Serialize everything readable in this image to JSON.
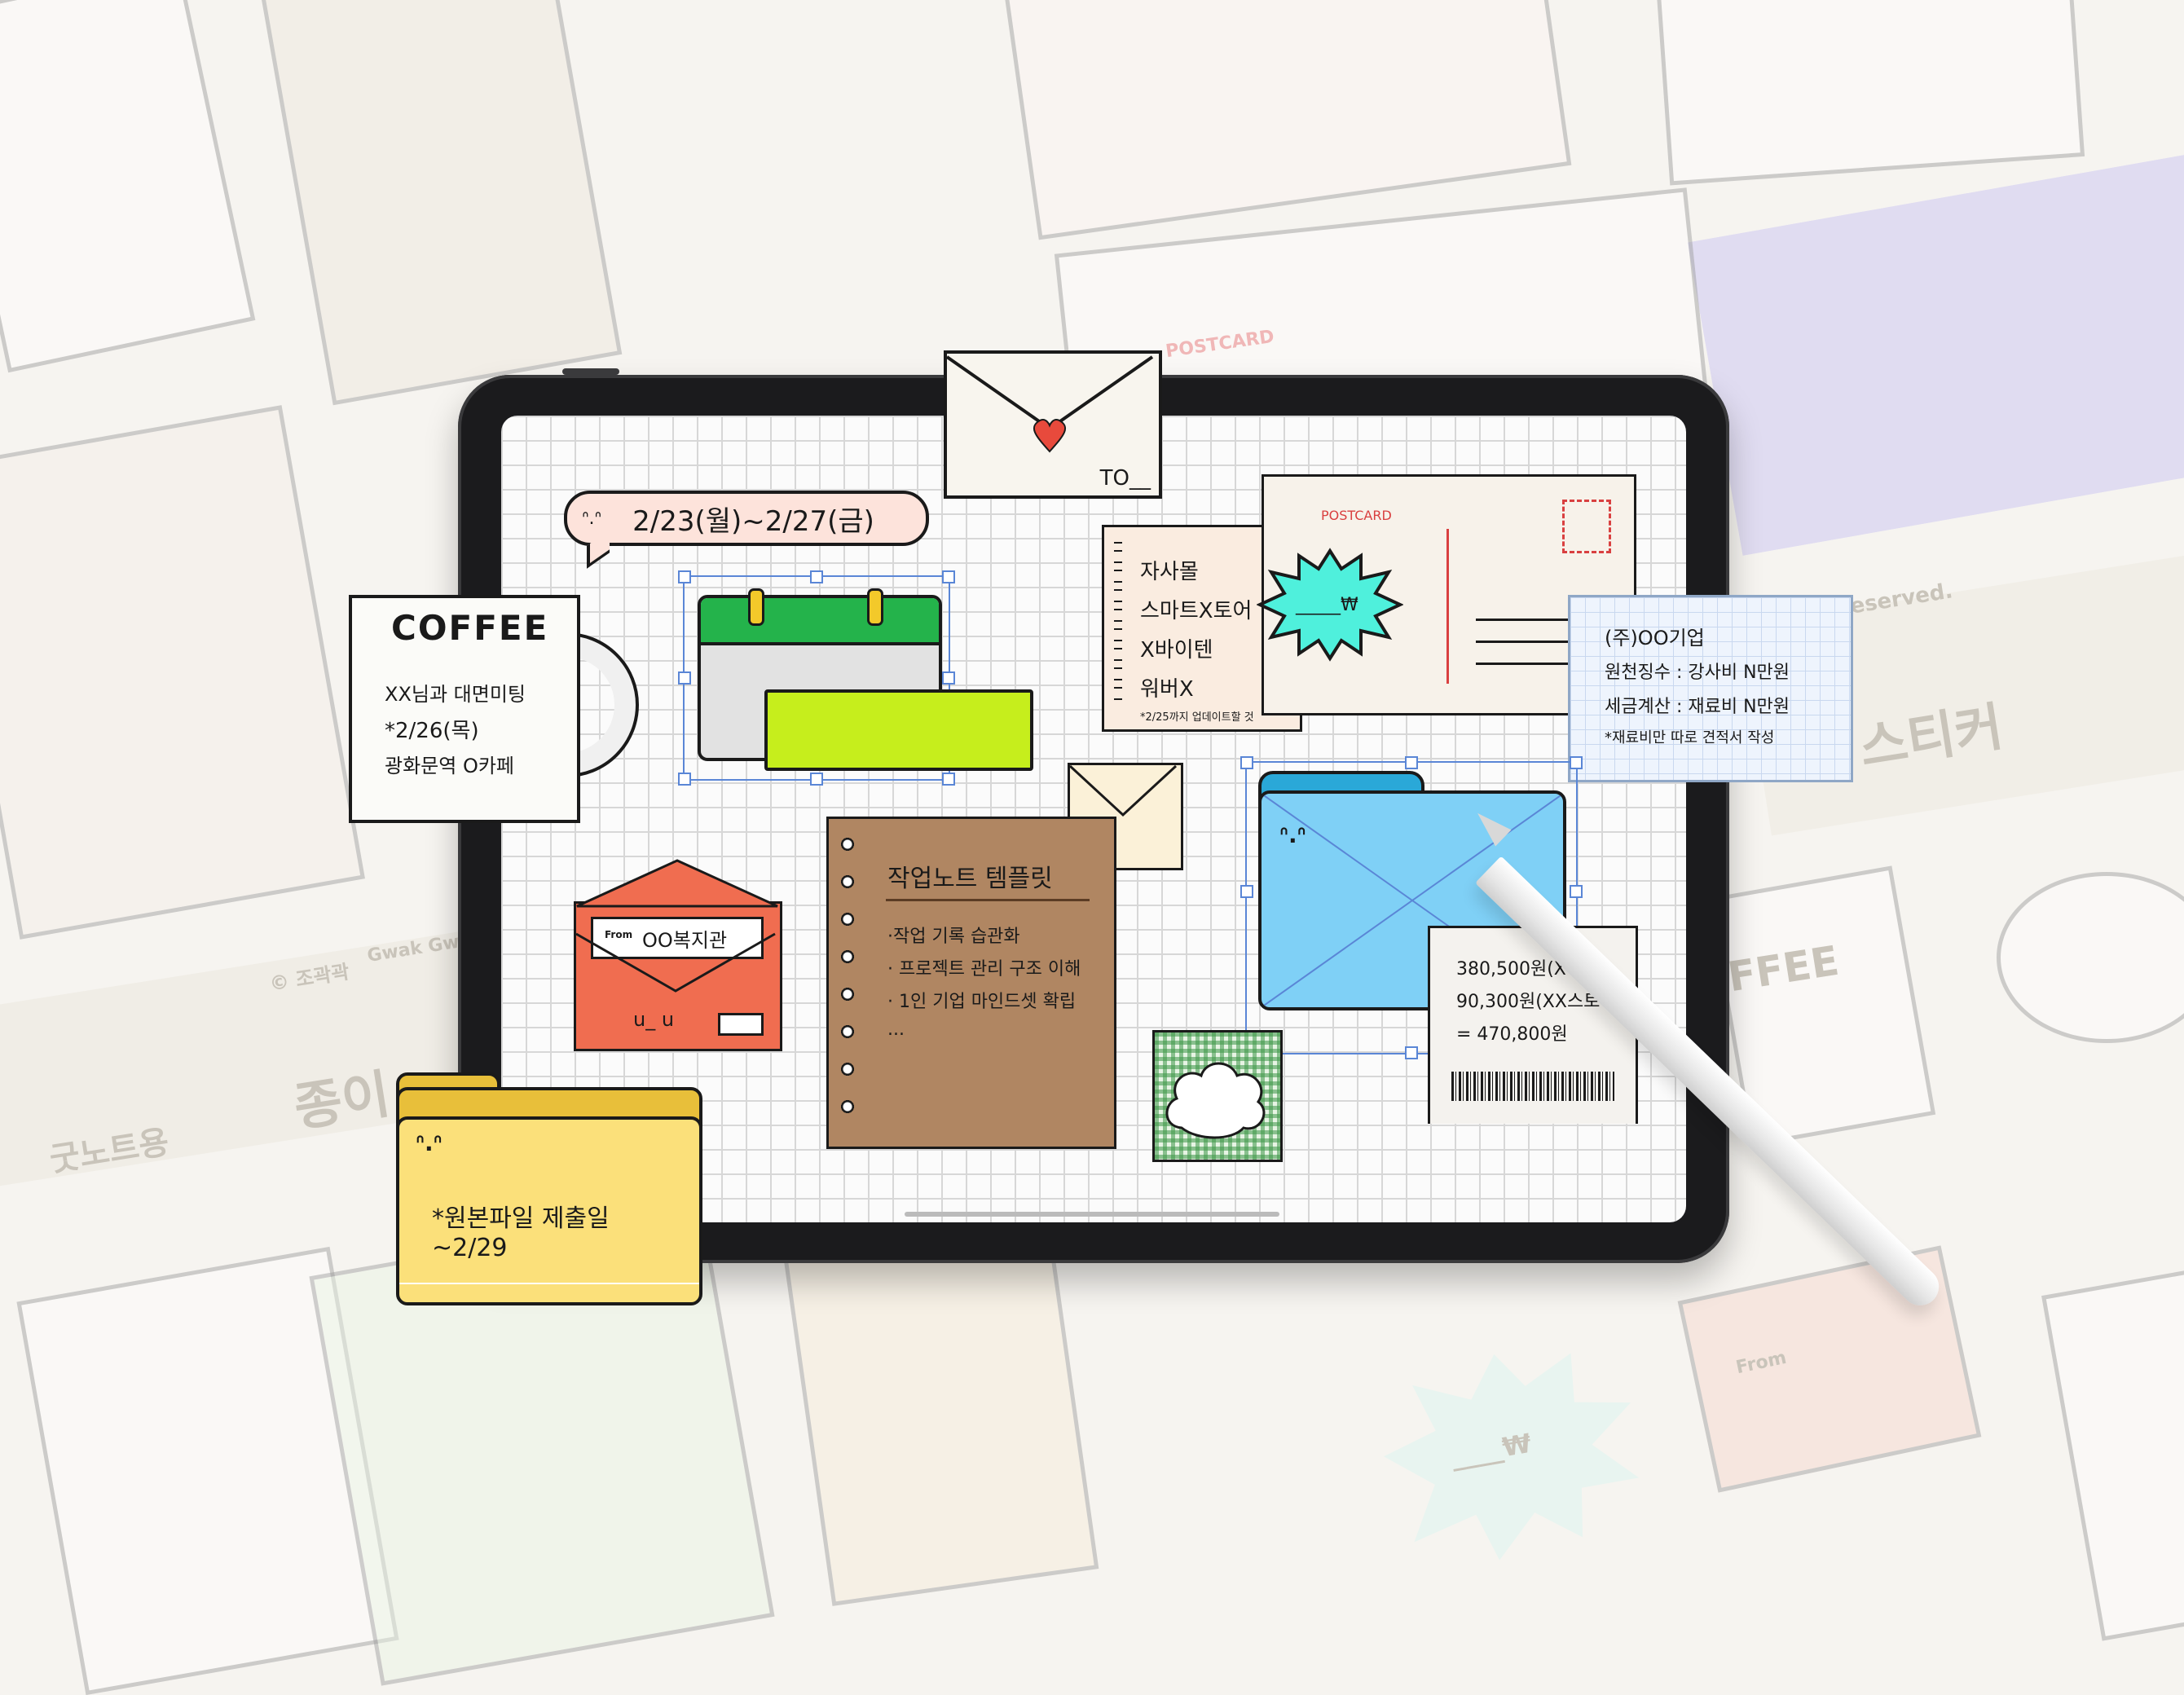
{
  "colors": {
    "grid_line": "#d7d7d7",
    "selection_blue": "#5a86d6",
    "calendar_green": "#24b34b",
    "sticky_lime": "#c6ee1c",
    "envelope_red": "#f06d50",
    "folder_blue": "#7fd0f6",
    "folder_yellow": "#fbe07a",
    "kraft_brown": "#b08662",
    "starburst_teal": "#4ff0dc",
    "speech_pink": "#fde3db"
  },
  "speech_bubble": {
    "text": "2/23(월)~2/27(금)"
  },
  "envelope_top": {
    "to_label": "TO__"
  },
  "coffee": {
    "title": "COFFEE",
    "line1": "XX님과 대면미팅",
    "line2": "*2/26(목)",
    "line3": "광화문역 O카페"
  },
  "checklist": {
    "items": [
      "자사몰",
      "스마트X토어",
      "X바이텐",
      "워버X"
    ],
    "footnote": "*2/25까지 업데이트할 것"
  },
  "postcard": {
    "label": "POSTCARD",
    "starburst_text": "_____₩"
  },
  "invoice": {
    "line1": "(주)OO기업",
    "line2": "원천징수 : 강사비 N만원",
    "line3": "세금계산 : 재료비 N만원",
    "line4": "*재료비만 따로 견적서 작성"
  },
  "red_envelope": {
    "from_label": "From",
    "from_name": "OO복지관",
    "face": "u_ u"
  },
  "note": {
    "title": "작업노트 템플릿",
    "lines": [
      "·작업 기록 습관화",
      "· 프로젝트 관리 구조 이해",
      "· 1인 기업 마인드셋 확립",
      "..."
    ]
  },
  "receipt": {
    "line1": "380,500원(X",
    "line2": "90,300원(XX스토어",
    "line3": "= 470,800원"
  },
  "yellow_folder": {
    "face": "ᐢ.ᐢ",
    "line1": "*원본파일 제출일",
    "line2": "~2/29"
  },
  "blue_folder": {
    "face": "ᐢ.ᐢ"
  },
  "background": {
    "copyright": "© 조곽곽",
    "brand": "Gwak Gwak",
    "reserved": "eserved.",
    "sticker_word": "ㅓ 스티커",
    "sticker_word2": "종이",
    "sticker_word3": "굿노트용",
    "coffee_fragment": "FFEE",
    "from_fragment": "From",
    "postcard_fragment": "POSTCARD",
    "won_fragment": "____₩"
  }
}
